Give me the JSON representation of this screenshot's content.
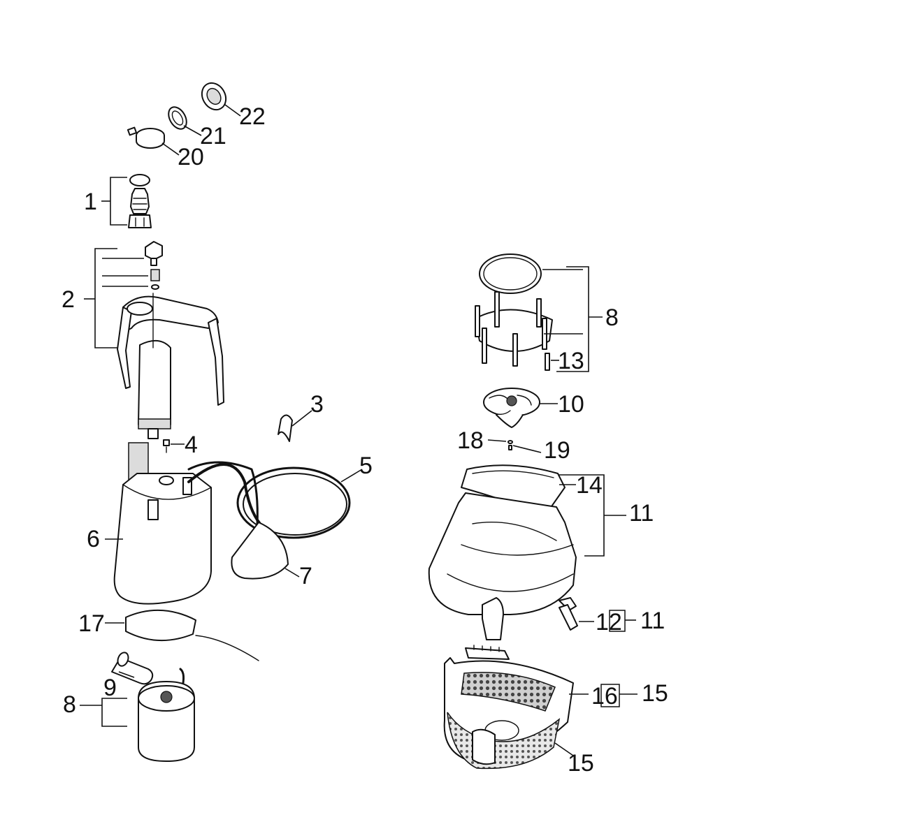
{
  "callouts": {
    "c1": "1",
    "c2": "2",
    "c3": "3",
    "c4": "4",
    "c5": "5",
    "c6": "6",
    "c7": "7",
    "c8a": "8",
    "c8b": "8",
    "c9": "9",
    "c10": "10",
    "c11a": "11",
    "c11b": "11",
    "c12": "12",
    "c13": "13",
    "c14": "14",
    "c15a": "15",
    "c15b": "15",
    "c16": "16",
    "c17": "17",
    "c18": "18",
    "c19": "19",
    "c20": "20",
    "c21": "21",
    "c22": "22"
  }
}
